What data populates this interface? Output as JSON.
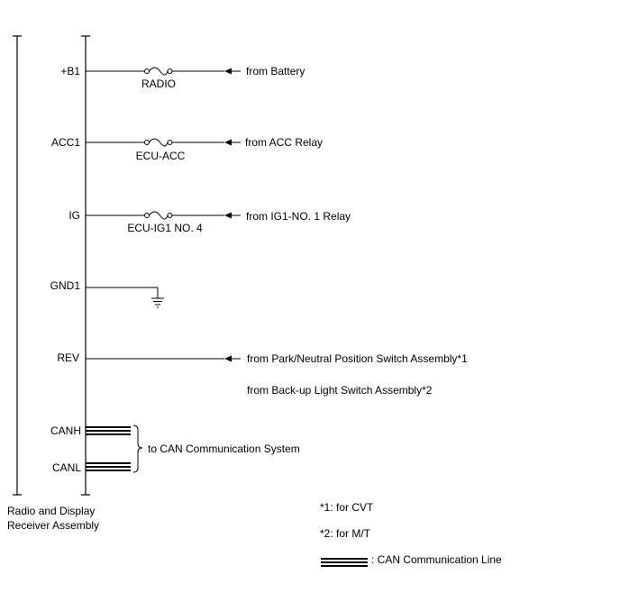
{
  "component": {
    "name_line1": "Radio and Display",
    "name_line2": "Receiver Assembly"
  },
  "pins": {
    "b1": "+B1",
    "acc1": "ACC1",
    "ig": "IG",
    "gnd1": "GND1",
    "rev": "REV",
    "canh": "CANH",
    "canl": "CANL"
  },
  "fuses": {
    "radio": "RADIO",
    "ecu_acc": "ECU-ACC",
    "ecu_ig1": "ECU-IG1 NO. 4"
  },
  "sources": {
    "battery": "from Battery",
    "acc_relay": "from ACC Relay",
    "ig1_relay": "from IG1-NO. 1 Relay",
    "park_neutral": "from Park/Neutral Position Switch Assembly*1",
    "backup_light": "from Back-up Light Switch Assembly*2",
    "can_system": "to CAN Communication System"
  },
  "notes": {
    "note1": "*1: for CVT",
    "note2": "*2: for M/T",
    "can_line": ": CAN Communication Line"
  }
}
